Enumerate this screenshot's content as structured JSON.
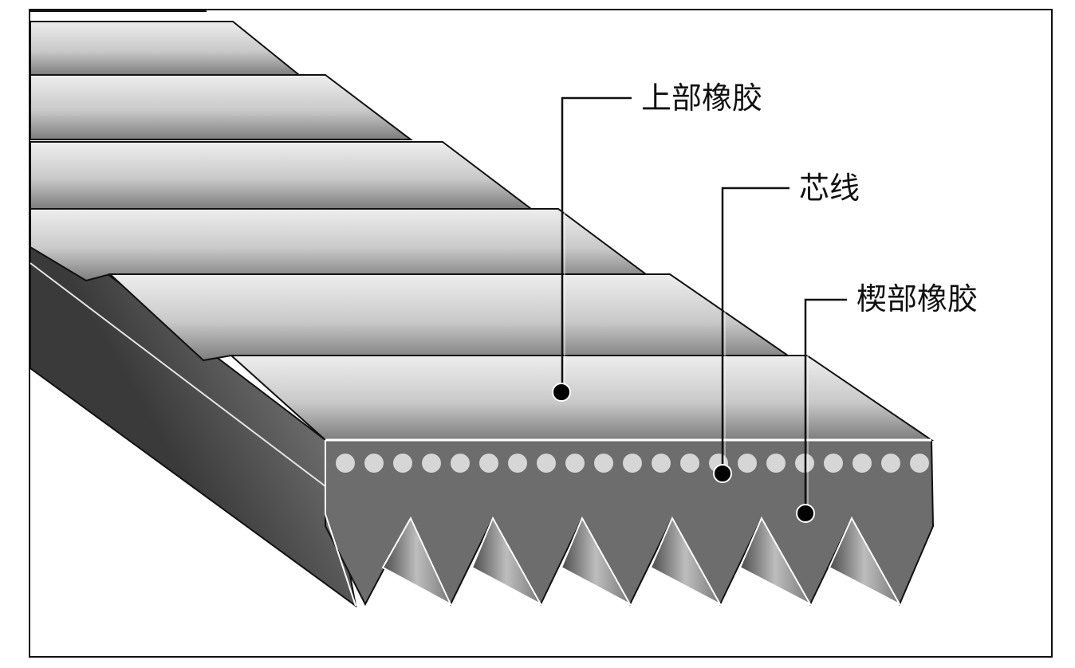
{
  "diagram": {
    "labels": {
      "top_rubber": "上部橡胶",
      "cord": "芯线",
      "rib_rubber": "楔部橡胶"
    }
  }
}
